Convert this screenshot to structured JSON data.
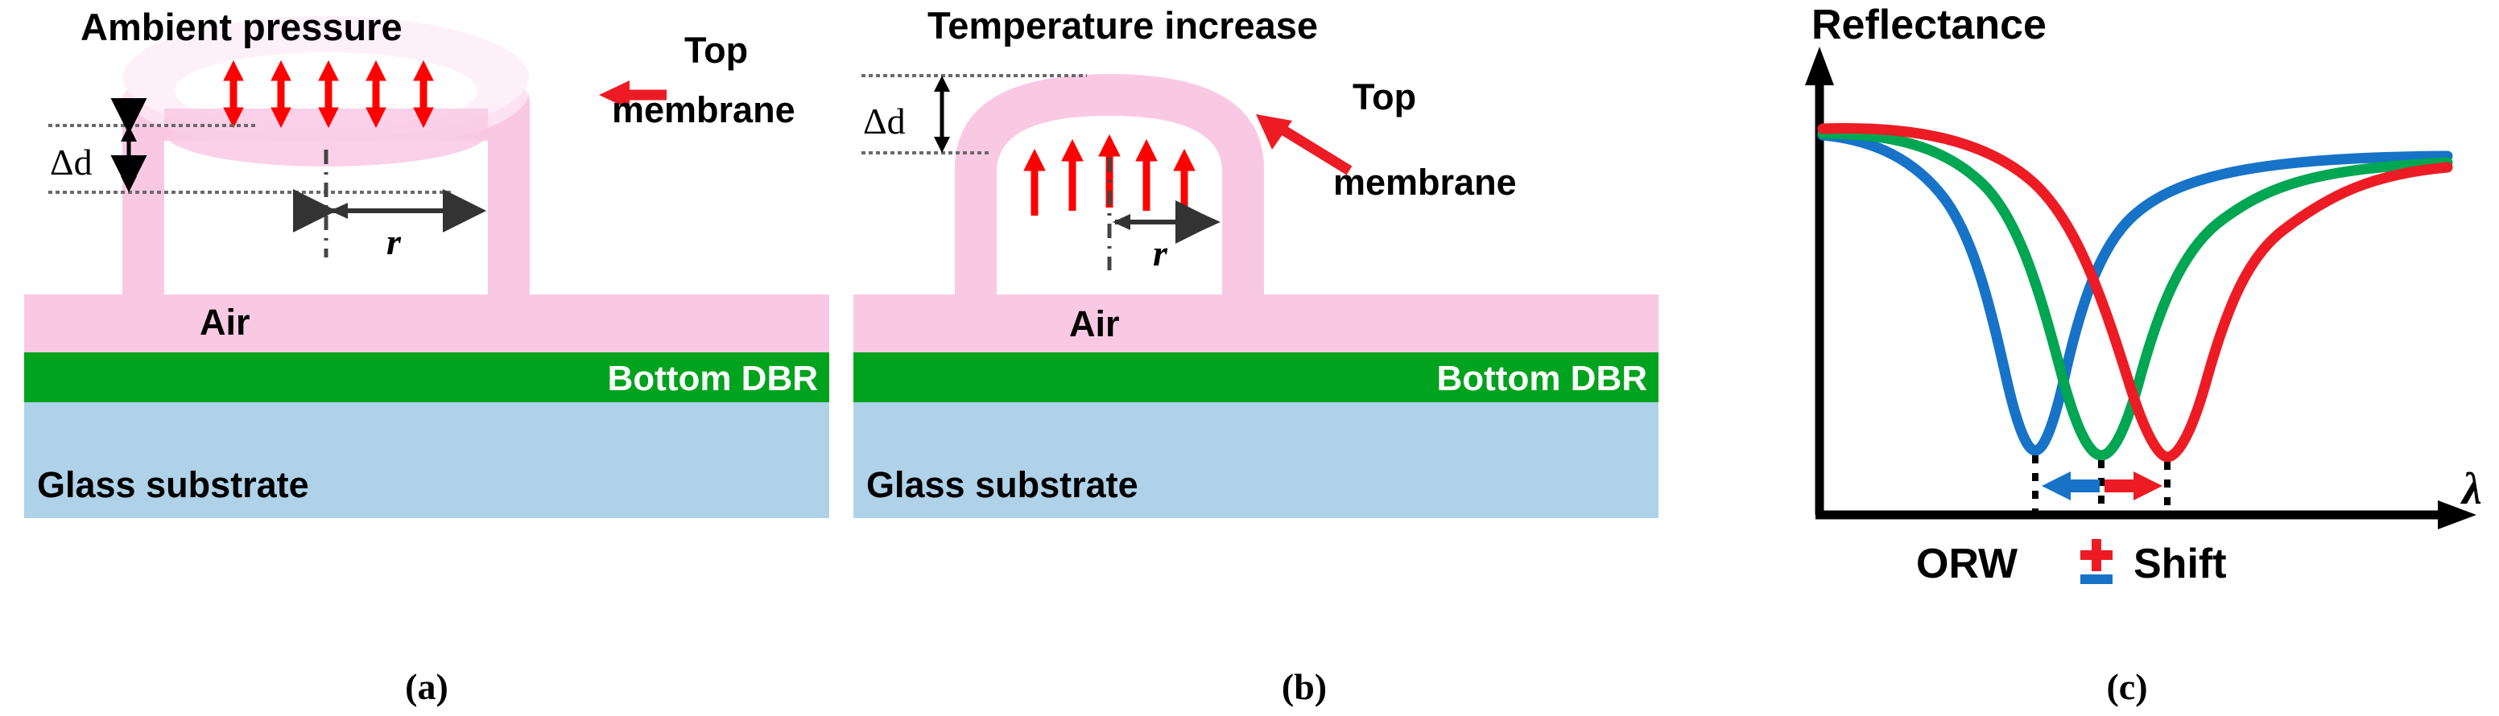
{
  "figure": {
    "panels": [
      {
        "id": "a",
        "caption": "(a)",
        "heading": "Ambient pressure",
        "labels": {
          "delta_d": "Δd",
          "radius": "r",
          "air": "Air",
          "top_membrane_line1": "Top",
          "top_membrane_line2": "membrane",
          "bottom_dbr": "Bottom DBR",
          "glass_substrate": "Glass substrate"
        },
        "arrows": {
          "count": 5,
          "direction": "double-vertical",
          "color": "#FF0000",
          "pointer_direction": "left"
        },
        "membrane_state": "flat"
      },
      {
        "id": "b",
        "caption": "(b)",
        "heading": "Temperature increase",
        "labels": {
          "delta_d": "Δd",
          "radius": "r",
          "air": "Air",
          "top_membrane_line1": "Top",
          "top_membrane_line2": "membrane",
          "bottom_dbr": "Bottom DBR",
          "glass_substrate": "Glass substrate"
        },
        "arrows": {
          "count": 5,
          "direction": "up",
          "color": "#FF0000",
          "pointer_direction": "diagonal-up-left"
        },
        "membrane_state": "bulged"
      },
      {
        "id": "c",
        "caption": "(c)",
        "axis_y_label": "Reflectance",
        "axis_x_label": "λ",
        "bottom_label_parts": {
          "orw": "ORW",
          "plusminus": "±",
          "shift": "Shift"
        },
        "shift_arrows": [
          {
            "name": "blue-shift-arrow",
            "direction": "left",
            "color": "#1673C8"
          },
          {
            "name": "red-shift-arrow",
            "direction": "right",
            "color": "#ED1C24"
          }
        ]
      }
    ],
    "colors": {
      "membrane_pink": "#F9C9E4",
      "membrane_pink_light": "#FDE3F1",
      "membrane_pink_lighter": "#FEF0F8",
      "bottom_dbr_green": "#00A31E",
      "glass_blue": "#AFD2E9",
      "arrow_red": "#FF0000",
      "curve_blue": "#1673C8",
      "curve_green": "#00A651",
      "curve_red": "#ED1C24",
      "axis_black": "#000000"
    }
  },
  "chart_data": {
    "type": "line",
    "title": "",
    "xlabel": "λ",
    "ylabel": "Reflectance",
    "grid": false,
    "legend": "none",
    "annotations": [
      "ORW ± Shift"
    ],
    "series": [
      {
        "name": "blue-curve",
        "color": "#1673C8",
        "dip_center": 0.44,
        "dip_depth": 1.0,
        "baseline": 0.93
      },
      {
        "name": "green-curve",
        "color": "#00A651",
        "dip_center": 0.53,
        "dip_depth": 1.0,
        "baseline": 0.95
      },
      {
        "name": "red-curve",
        "color": "#ED1C24",
        "dip_center": 0.62,
        "dip_depth": 1.0,
        "baseline": 0.97
      }
    ],
    "xlim": [
      0,
      1
    ],
    "ylim": [
      0,
      1
    ]
  }
}
